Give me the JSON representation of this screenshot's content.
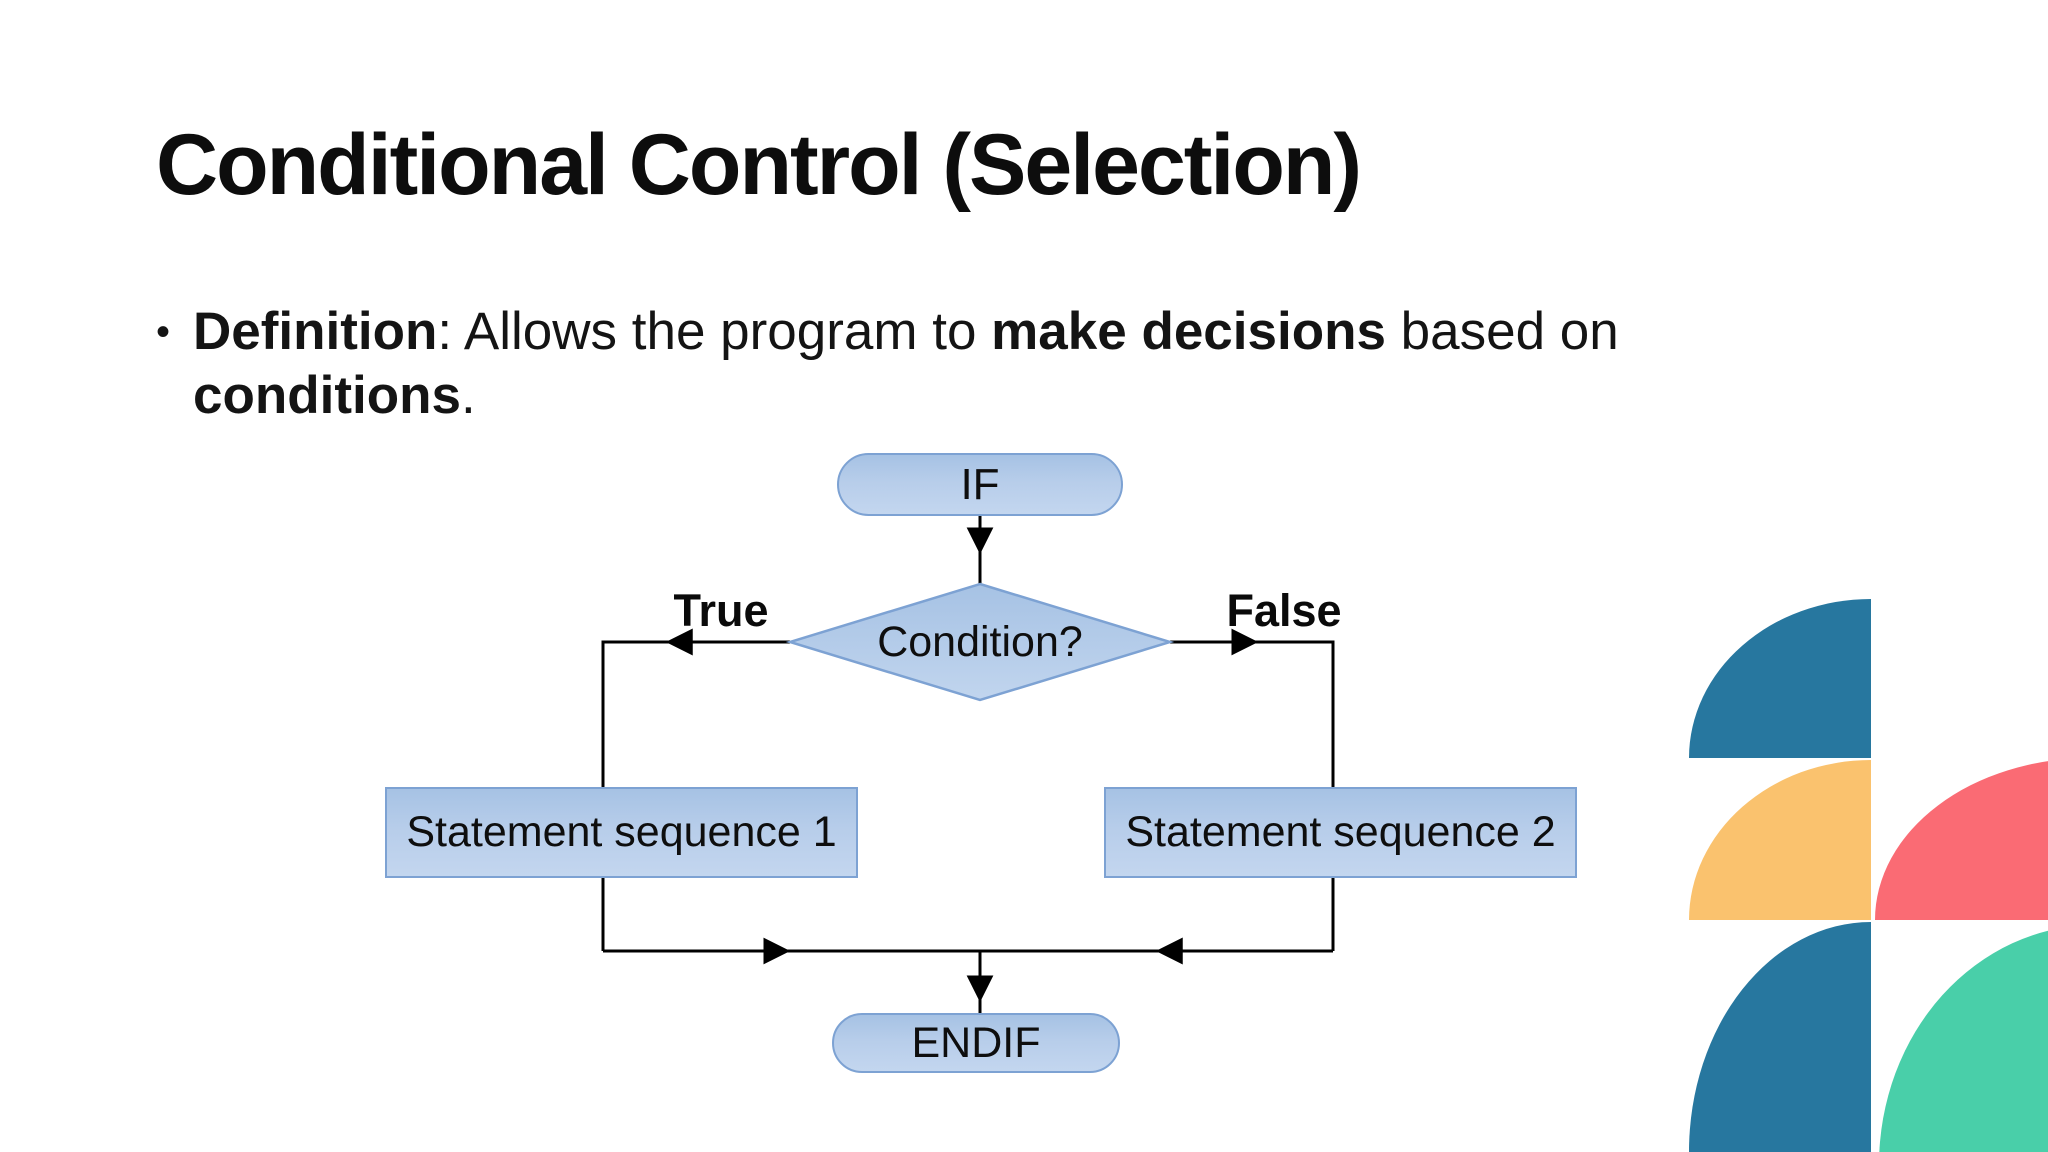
{
  "slide_title": "Conditional Control (Selection)",
  "bullet": {
    "marker": "•",
    "bold_lead": "Definition",
    "after_lead": ": Allows the program to ",
    "bold_mid": "make decisions",
    "after_mid": " based on",
    "bold_end": "conditions",
    "period": "."
  },
  "flowchart": {
    "start_label": "IF",
    "condition_label": "Condition?",
    "true_label": "True",
    "false_label": "False",
    "branch1_label": "Statement sequence 1",
    "branch2_label": "Statement sequence 2",
    "end_label": "ENDIF"
  },
  "colors": {
    "shape_fill": "#b7cdea",
    "shape_border": "#7da2d3",
    "connector": "#000000",
    "decor_teal": "#27779f",
    "decor_yellow": "#fac26e",
    "decor_red": "#fa6b74",
    "decor_green": "#49cfa9"
  }
}
